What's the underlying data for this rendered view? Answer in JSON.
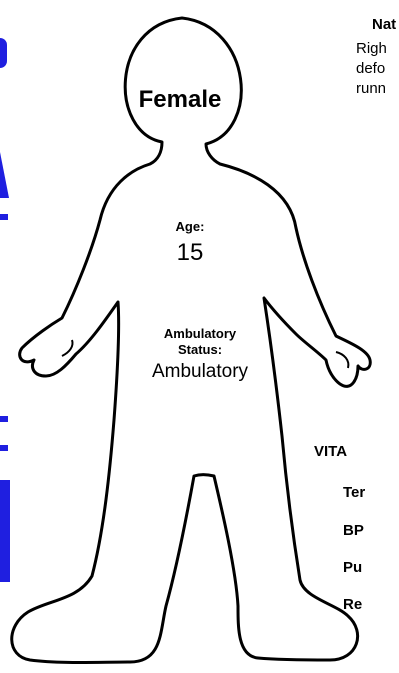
{
  "figure": {
    "title": "Female",
    "age_label": "Age:",
    "age_value": "15",
    "ambulatory_label_line1": "Ambulatory",
    "ambulatory_label_line2": "Status:",
    "ambulatory_value": "Ambulatory"
  },
  "narrative": {
    "title": "Nat",
    "lines": [
      "Righ",
      "defo",
      "runn"
    ]
  },
  "vitals": {
    "header": "VITA",
    "items": [
      "Ter",
      "BP",
      "Pu",
      "Re"
    ]
  },
  "colors": {
    "outline": "#000000",
    "left_edge_accent": "#1f1fe0"
  }
}
